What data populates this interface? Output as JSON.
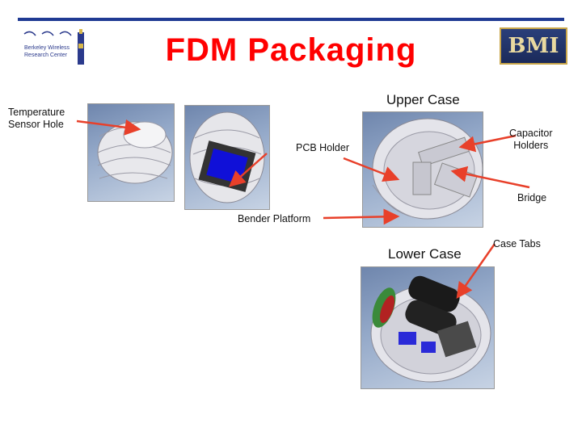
{
  "slide": {
    "title": "FDM Packaging",
    "logo_left_lines": [
      "Berkeley Wireless",
      "Research Center"
    ],
    "logo_right_text": "BMI"
  },
  "labels": {
    "temperature_sensor_hole": [
      "Temperature",
      "Sensor Hole"
    ],
    "upper_case": "Upper Case",
    "capacitor_holders": [
      "Capacitor",
      "Holders"
    ],
    "pcb_holder": "PCB Holder",
    "bridge": "Bridge",
    "bender_platform": "Bender Platform",
    "lower_case": "Lower Case",
    "case_tabs": "Case Tabs"
  },
  "colors": {
    "title": "#ff0000",
    "rule": "#1f3a93",
    "arrow": "#e8402a"
  }
}
